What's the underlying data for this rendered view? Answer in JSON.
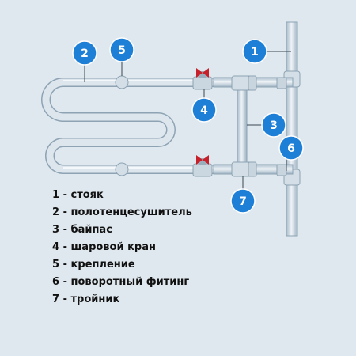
{
  "badges": [
    {
      "num": "1",
      "label": "стояк"
    },
    {
      "num": "2",
      "label": "полотенцесушитель"
    },
    {
      "num": "3",
      "label": "байпас"
    },
    {
      "num": "4",
      "label": "шаровой кран"
    },
    {
      "num": "5",
      "label": "крепление"
    },
    {
      "num": "6",
      "label": "поворотный фитинг"
    },
    {
      "num": "7",
      "label": "тройник"
    }
  ],
  "legend": [
    "1 - стояк",
    "2 - полотенцесушитель",
    "3 - байпас",
    "4 - шаровой кран",
    "5 - крепление",
    "6 - поворотный фитинг",
    "7 - тройник"
  ],
  "colors": {
    "background": "#dfe8ee",
    "pipe": "#c9d6e0",
    "pipe_outline": "#8ea3b4",
    "badge": "#1e7fd6",
    "valve_handle": "#c8202a"
  }
}
